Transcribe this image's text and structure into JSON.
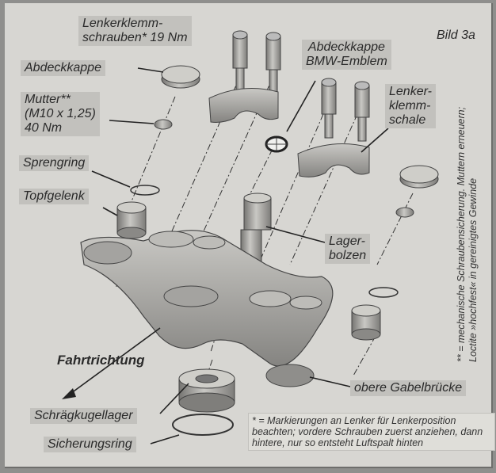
{
  "figure_label": "Bild 3a",
  "labels": {
    "lenkerklemmschrauben": "Lenkerklemm-\nschrauben* 19 Nm",
    "abdeckkappe_bmw": "Abdeckkappe\nBMW-Emblem",
    "abdeckkappe": "Abdeckkappe",
    "mutter": "Mutter**\n(M10 x 1,25)\n40 Nm",
    "lenkerklemmschale": "Lenker-\nklemm-\nschale",
    "sprengring": "Sprengring",
    "topfgelenk": "Topfgelenk",
    "lagerbolzen": "Lager-\nbolzen",
    "fahrtrichtung": "Fahrtrichtung",
    "obere_gabelbruecke": "obere Gabelbrücke",
    "schraegkugellager": "Schrägkugellager",
    "sicherungsring": "Sicherungsring"
  },
  "notes": {
    "footnote_single": "* = Markierungen an Lenker für Lenkerposition beachten; vordere Schrauben zuerst anziehen, dann hintere, nur so entsteht Luftspalt hinten",
    "footnote_double": "** = mechanische Schraubensicherung. Muttern erneuern; Loctite »hochfest« in gereinigtes Gewinde"
  },
  "colors": {
    "paper": "#d7d6d2",
    "label_bg": "#c2c1bd",
    "part": "#9a9996",
    "part_light": "#c8c7c3",
    "part_dark": "#6b6a67"
  }
}
